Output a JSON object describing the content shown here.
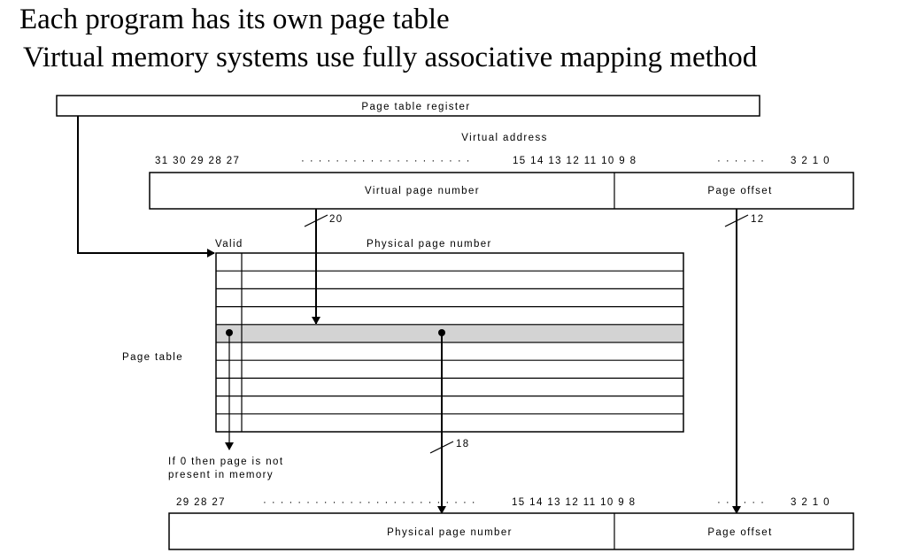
{
  "bullets": [
    "Each program has its own page table",
    "Virtual memory systems use fully associative mapping method"
  ],
  "diagram": {
    "page_table_register": "Page table register",
    "virtual_address": "Virtual address",
    "va_bits_high": "31  30  29  28  27",
    "va_dots_1": "· · · · · · · · · · · · · · · · · · · ·",
    "va_bits_mid": "15  14  13  12  11  10  9  8",
    "va_dots_2": "· · · · · ·",
    "va_bits_low": "3  2  1  0",
    "virtual_page_number": "Virtual page number",
    "page_offset_top": "Page offset",
    "width_vpn": "20",
    "width_offset": "12",
    "valid": "Valid",
    "physical_page_number_header": "Physical page number",
    "page_table": "Page table",
    "width_ppn": "18",
    "note_line1": "If 0 then page is not",
    "note_line2": "present in memory",
    "pa_bits_high": "29  28  27",
    "pa_dots_1": "· · · · · · · · · · · · · · · · · · · · · · · · ·",
    "pa_bits_mid": "15  14  13  12  11  10  9  8",
    "pa_dots_2": "· · · · · ·",
    "pa_bits_low": "3  2  1  0",
    "physical_page_number": "Physical page number",
    "page_offset_bottom": "Page offset"
  },
  "colors": {
    "highlight_row": "#d3d3d3",
    "line": "#000000"
  }
}
